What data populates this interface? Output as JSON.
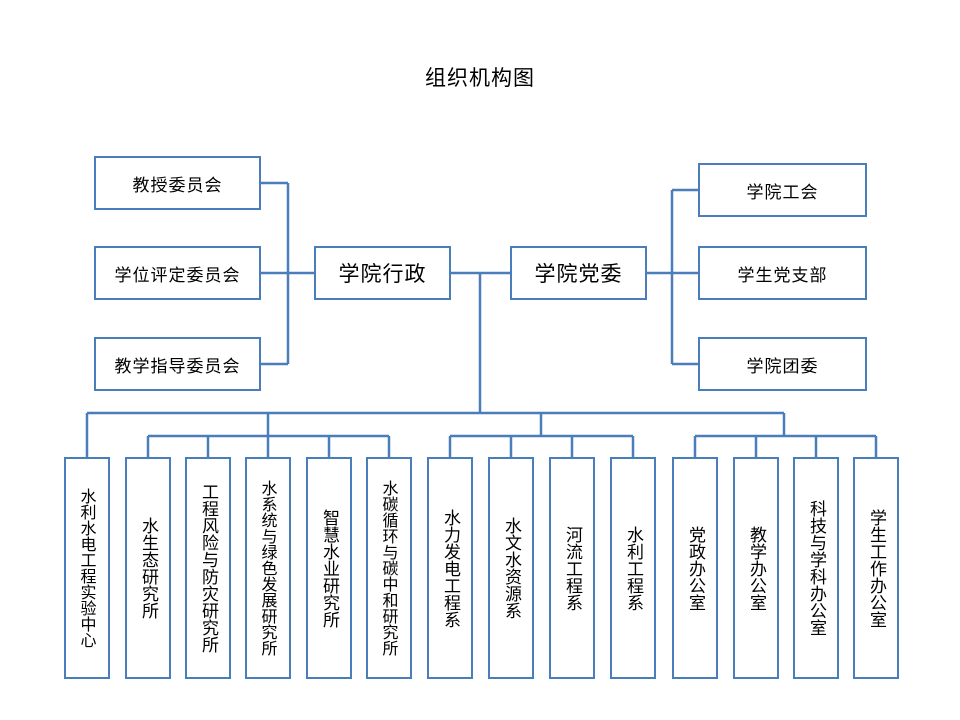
{
  "title": "组织机构图",
  "colors": {
    "border": "#4a7eba",
    "line": "#4a7eba",
    "background": "#ffffff"
  },
  "left_committees": [
    "教授委员会",
    "学位评定委员会",
    "教学指导委员会"
  ],
  "center": {
    "admin": "学院行政",
    "party": "学院党委"
  },
  "right_units": [
    "学院工会",
    "学生党支部",
    "学院团委"
  ],
  "departments": [
    "水利水电工程实验中心",
    "水生态研究所",
    "工程风险与防灾研究所",
    "水系统与绿色发展研究所",
    "智慧水业研究所",
    "水碳循环与碳中和研究所",
    "水力发电工程系",
    "水文水资源系",
    "河流工程系",
    "水利工程系",
    "党政办公室",
    "教学办公室",
    "科技与学科办公室",
    "学生工作办公室"
  ]
}
